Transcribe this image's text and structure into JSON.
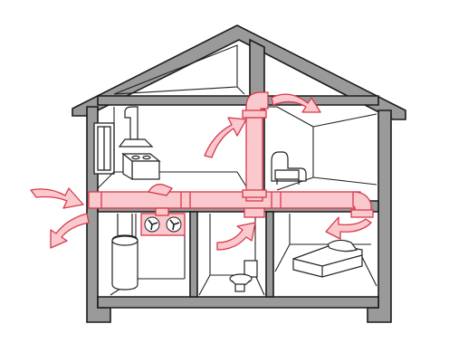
{
  "diagram": {
    "subject": "house-ventilation-cutaway",
    "colors": {
      "wall": "#9a9a9a",
      "wall_stroke": "#1a1a1a",
      "duct_fill": "#f9c9cd",
      "duct_stroke": "#d9374a",
      "arrow_fill": "#f9c9cd",
      "arrow_stroke": "#d9374a",
      "line": "#222222",
      "background": "#ffffff"
    },
    "rooms": [
      "attic",
      "kitchen",
      "bedroom-upstairs",
      "utility-room",
      "bathroom",
      "bedroom-downstairs"
    ],
    "fixtures": [
      "range-hood",
      "stove",
      "window",
      "armchair",
      "water-heater",
      "ventilation-unit",
      "toilet",
      "bed"
    ],
    "airflow": [
      "outdoor-air-intake",
      "exhaust-out",
      "supply-kitchen",
      "attic-exhaust",
      "supply-attic",
      "supply-bathroom",
      "supply-bedroom"
    ]
  }
}
